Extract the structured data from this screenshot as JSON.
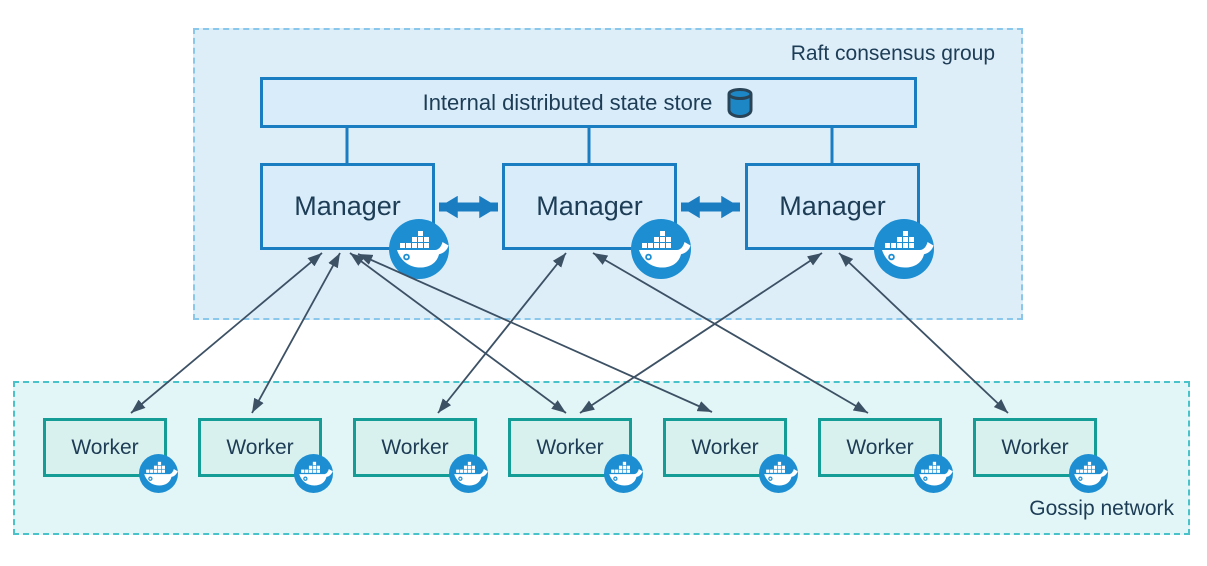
{
  "raft_group": {
    "label": "Raft consensus group",
    "fill": "#ddeef9",
    "border": "#8ac7ea"
  },
  "state_store": {
    "label": "Internal distributed state store",
    "icon": "database-icon"
  },
  "managers": [
    {
      "id": "manager-1",
      "label": "Manager",
      "icon": "docker-icon"
    },
    {
      "id": "manager-2",
      "label": "Manager",
      "icon": "docker-icon"
    },
    {
      "id": "manager-3",
      "label": "Manager",
      "icon": "docker-icon"
    }
  ],
  "manager_peer_links": {
    "style": "thick-double-arrow",
    "color": "#1a7cc1",
    "pairs": [
      [
        "manager-1",
        "manager-2"
      ],
      [
        "manager-2",
        "manager-3"
      ]
    ]
  },
  "gossip_group": {
    "label": "Gossip network",
    "fill": "#e2f6f7",
    "border": "#49c3c9"
  },
  "workers": [
    {
      "id": "worker-1",
      "label": "Worker",
      "icon": "docker-icon"
    },
    {
      "id": "worker-2",
      "label": "Worker",
      "icon": "docker-icon"
    },
    {
      "id": "worker-3",
      "label": "Worker",
      "icon": "docker-icon"
    },
    {
      "id": "worker-4",
      "label": "Worker",
      "icon": "docker-icon"
    },
    {
      "id": "worker-5",
      "label": "Worker",
      "icon": "docker-icon"
    },
    {
      "id": "worker-6",
      "label": "Worker",
      "icon": "docker-icon"
    },
    {
      "id": "worker-7",
      "label": "Worker",
      "icon": "docker-icon"
    }
  ],
  "connections": [
    {
      "from": "manager-1",
      "to": "worker-1",
      "bidirectional": true
    },
    {
      "from": "manager-1",
      "to": "worker-2",
      "bidirectional": true
    },
    {
      "from": "manager-1",
      "to": "worker-4",
      "bidirectional": true
    },
    {
      "from": "manager-1",
      "to": "worker-5",
      "bidirectional": true
    },
    {
      "from": "manager-2",
      "to": "worker-3",
      "bidirectional": true
    },
    {
      "from": "manager-2",
      "to": "worker-6",
      "bidirectional": true
    },
    {
      "from": "manager-3",
      "to": "worker-4",
      "bidirectional": true
    },
    {
      "from": "manager-3",
      "to": "worker-7",
      "bidirectional": true
    }
  ],
  "colors": {
    "node_blue_fill": "#d8ecfa",
    "node_blue_border": "#1a7cc1",
    "node_teal_fill": "#d9f1ee",
    "node_teal_border": "#149d96",
    "docker_badge_blue": "#1e8ed2",
    "thin_arrow": "#3d5165",
    "text": "#1d3c55"
  }
}
